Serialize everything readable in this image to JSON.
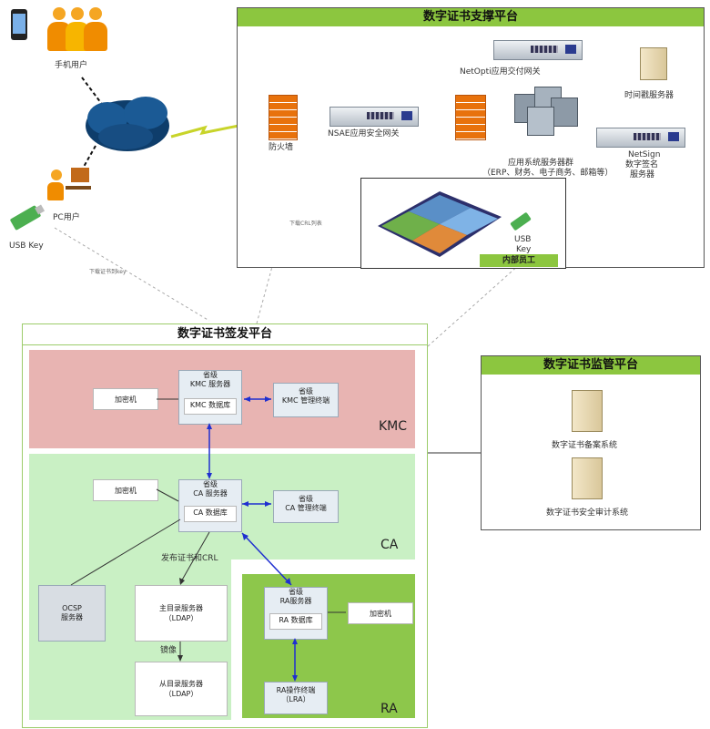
{
  "colors": {
    "accent_green": "#8cc63f",
    "kmc_zone": "#e8b4b2",
    "ca_zone": "#c9f0c4",
    "ra_zone": "#8dc74b",
    "link_blue": "#1f2fd0",
    "lightning": "#c8d42a"
  },
  "support_platform": {
    "title": "数字证书支撑平台",
    "firewall": "防火墙",
    "nsae_gateway": "NSAE应用安全网关",
    "netopti_gateway": "NetOpti应用交付网关",
    "timestamp_server": "时间戳服务器",
    "app_cluster_line1": "应用系统服务器群",
    "app_cluster_line2": "（ERP、财务、电子商务、邮箱等）",
    "netsign_line1": "NetSign",
    "netsign_line2": "数字签名",
    "netsign_line3": "服务器",
    "usb_key_line1": "USB",
    "usb_key_line2": "Key",
    "internal_staff": "内部员工",
    "download_crl_note": "下载CRL列表"
  },
  "clients": {
    "mobile_user": "手机用户",
    "pc_user": "PC用户",
    "usb_key": "USB Key",
    "download_cert_note": "下载证书到key"
  },
  "issuance_platform": {
    "title": "数字证书签发平台",
    "kmc": {
      "zone_label": "KMC",
      "encryptor": "加密机",
      "server_line1": "省级",
      "server_line2": "KMC 服务器",
      "database": "KMC 数据库",
      "terminal_line1": "省级",
      "terminal_line2": "KMC 管理终端"
    },
    "ca": {
      "zone_label": "CA",
      "encryptor": "加密机",
      "server_line1": "省级",
      "server_line2": "CA 服务器",
      "database": "CA 数据库",
      "terminal_line1": "省级",
      "terminal_line2": "CA 管理终端",
      "publish_label": "发布证书和CRL",
      "ocsp_line1": "OCSP",
      "ocsp_line2": "服务器",
      "ldap_main_line1": "主目录服务器",
      "ldap_main_line2": "（LDAP）",
      "mirror_label": "镜像",
      "ldap_slave_line1": "从目录服务器",
      "ldap_slave_line2": "（LDAP）"
    },
    "ra": {
      "zone_label": "RA",
      "server_line1": "省级",
      "server_line2": "RA服务器",
      "database": "RA 数据库",
      "encryptor": "加密机",
      "terminal_line1": "RA操作终端",
      "terminal_line2": "（LRA）"
    }
  },
  "supervision_platform": {
    "title": "数字证书监管平台",
    "filing_system": "数字证书备案系统",
    "audit_system": "数字证书安全审计系统"
  }
}
